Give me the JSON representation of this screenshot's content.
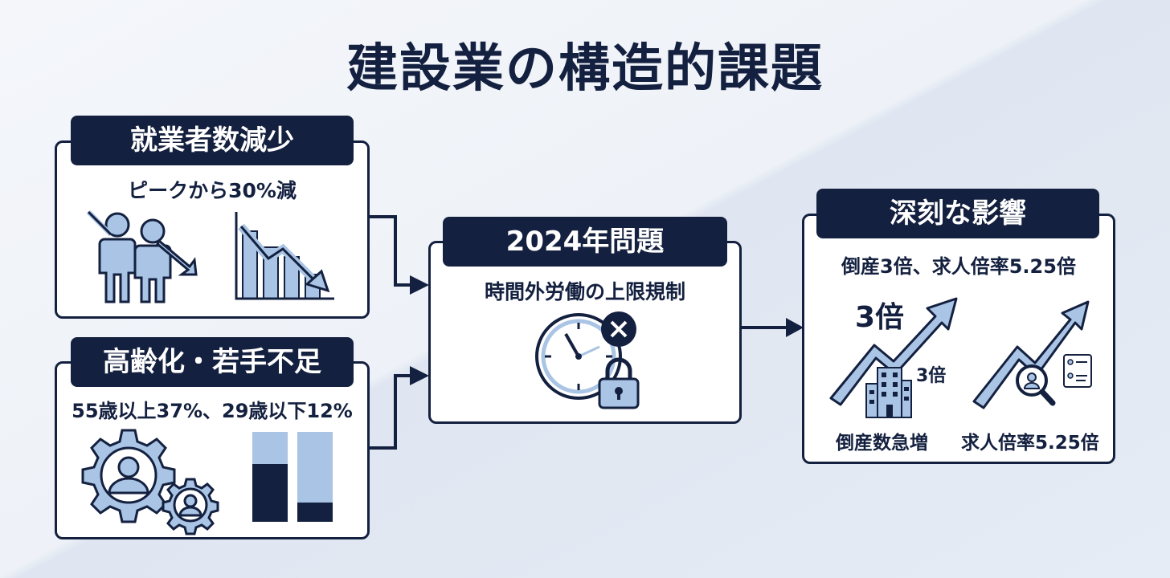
{
  "title": "建設業の構造的課題",
  "panels": {
    "workforce": {
      "title": "就業者数減少",
      "subtitle": "ピークから30%減"
    },
    "aging": {
      "title": "高齢化・若手不足",
      "subtitle": "55歳以上37%、29歳以下12%"
    },
    "problem2024": {
      "title": "2024年問題",
      "subtitle": "時間外労働の上限規制"
    },
    "impact": {
      "title": "深刻な影響",
      "subtitle": "倒産3倍、求人倍率5.25倍",
      "big_label": "3倍",
      "small_label": "3倍",
      "left_caption": "倒産数急増",
      "right_caption": "求人倍率5.25倍"
    }
  },
  "icons": {
    "workforce": [
      "people-decline-icon",
      "declining-bar-chart-icon"
    ],
    "aging": [
      "elderly-gear-icon",
      "young-gear-icon",
      "age-ratio-bars-icon"
    ],
    "problem2024": [
      "clock-icon",
      "cancel-badge-icon",
      "padlock-icon"
    ],
    "impact": [
      "rising-arrow-icon",
      "office-building-icon",
      "magnifier-person-icon",
      "resume-card-icon"
    ]
  },
  "colors": {
    "navy": "#14203f",
    "light_blue": "#a9c4e4",
    "white": "#ffffff"
  }
}
